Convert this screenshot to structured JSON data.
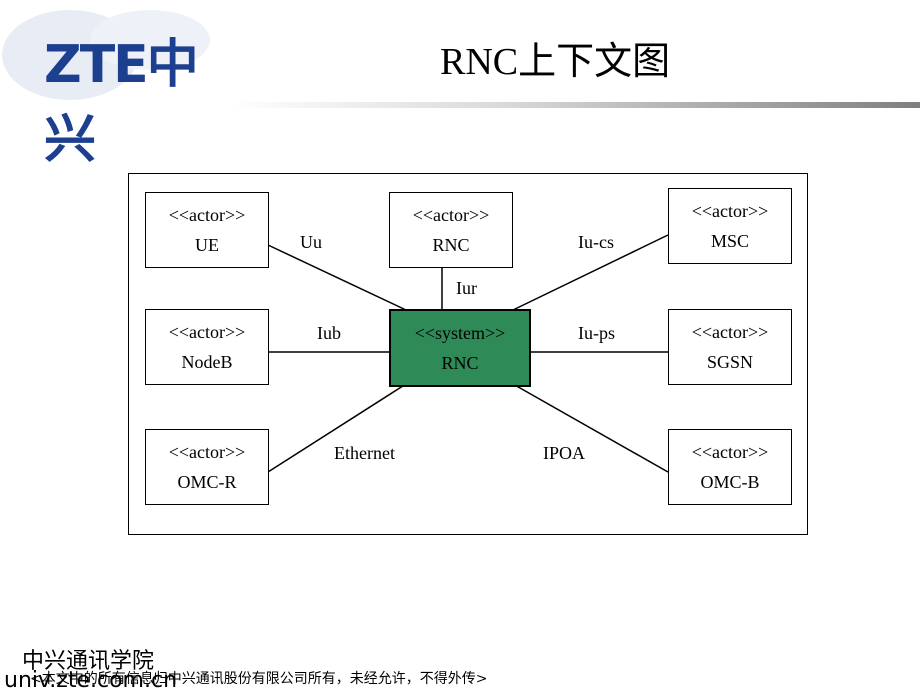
{
  "header": {
    "logo_text": "ZTE中兴",
    "title": "RNC上下文图"
  },
  "diagram": {
    "actors": [
      {
        "id": "ue",
        "stereotype": "<<actor>>",
        "name": "UE"
      },
      {
        "id": "rnc-peer",
        "stereotype": "<<actor>>",
        "name": "RNC"
      },
      {
        "id": "msc",
        "stereotype": "<<actor>>",
        "name": "MSC"
      },
      {
        "id": "nodeb",
        "stereotype": "<<actor>>",
        "name": "NodeB"
      },
      {
        "id": "sgsn",
        "stereotype": "<<actor>>",
        "name": "SGSN"
      },
      {
        "id": "omc-r",
        "stereotype": "<<actor>>",
        "name": "OMC-R"
      },
      {
        "id": "omc-b",
        "stereotype": "<<actor>>",
        "name": "OMC-B"
      }
    ],
    "system": {
      "stereotype": "<<system>>",
      "name": "RNC"
    },
    "interfaces": [
      {
        "from": "ue",
        "label": "Uu"
      },
      {
        "from": "rnc-peer",
        "label": "Iur"
      },
      {
        "from": "msc",
        "label": "Iu-cs"
      },
      {
        "from": "nodeb",
        "label": "Iub"
      },
      {
        "from": "sgsn",
        "label": "Iu-ps"
      },
      {
        "from": "omc-r",
        "label": "Ethernet"
      },
      {
        "from": "omc-b",
        "label": "IPOA"
      }
    ],
    "colors": {
      "system_fill": "#2e8b57",
      "line": "#000000"
    }
  },
  "footer": {
    "org": "中兴通讯学院",
    "url": "univ.zte.com.cn",
    "note": "<本文中的所有信息归中兴通讯股份有限公司所有，未经允许，不得外传>"
  }
}
